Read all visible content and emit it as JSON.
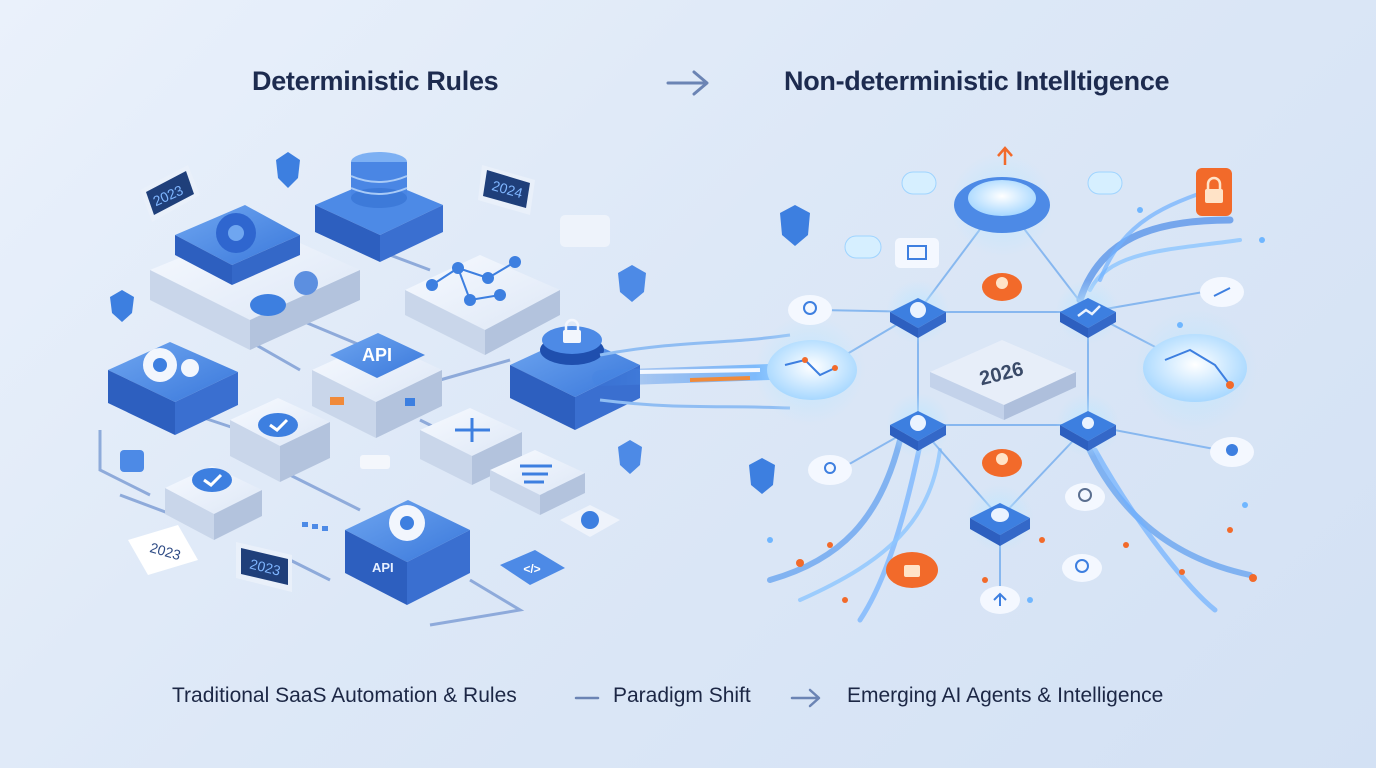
{
  "header": {
    "left_title": "Deterministic Rules",
    "right_title": "Non-deterministic Intelltigence"
  },
  "left_cluster": {
    "date_labels": [
      "2023",
      "2024",
      "2023",
      "2023"
    ],
    "api_labels": [
      "API",
      "API"
    ],
    "code_label": "</>"
  },
  "right_cluster": {
    "year_label": "2026"
  },
  "footer": {
    "left_caption": "Traditional SaaS Automation & Rules",
    "middle_caption": "Paradigm Shift",
    "right_caption": "Emerging AI Agents & Intelligence"
  },
  "colors": {
    "primary_blue": "#3d7fe0",
    "deep_blue": "#2d5fbf",
    "accent_orange": "#f26a2a",
    "node_glow": "#8fd0ff",
    "title_text": "#1d2b4f"
  }
}
